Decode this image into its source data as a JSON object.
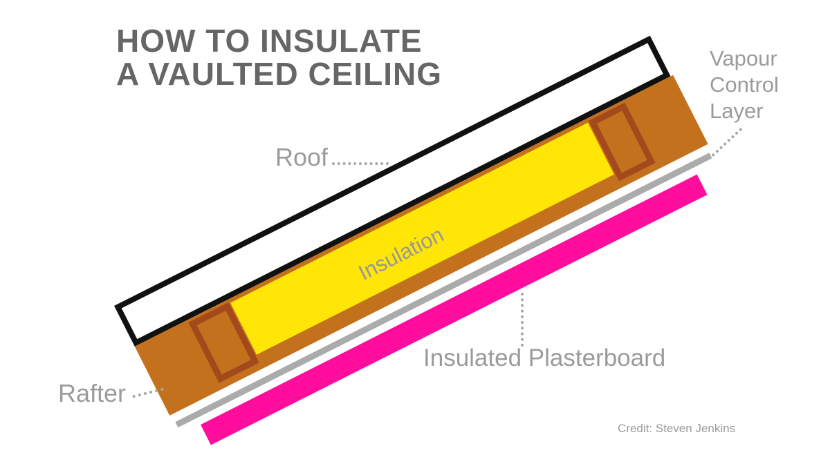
{
  "title": {
    "line1": "HOW TO INSULATE",
    "line2": "A VAULTED CEILING"
  },
  "labels": {
    "roof": "Roof",
    "insulation": "Insulation",
    "rafter": "Rafter",
    "vapour_lines": [
      "Vapour",
      "Control",
      "Layer"
    ],
    "insulated_plasterboard": "Insulated Plasterboard"
  },
  "credit": "Credit: Steven Jenkins",
  "colors": {
    "title_gray": "#666666",
    "label_gray": "#9b9b9b",
    "insulation_label_gray": "#979797",
    "leader_dot_gray": "#a5a5a5",
    "roof_outline_black": "#111111",
    "roof_fill_white": "#ffffff",
    "rafter_bay_brown": "#c4711d",
    "rafter_outline_brown": "#a3491b",
    "insulation_yellow": "#ffe606",
    "vapour_control_gray": "#ababab",
    "plasterboard_pink": "#ff0d9c",
    "background": "#ffffff"
  },
  "diagram": {
    "description": "Exploded cross-section of a vaulted ceiling, tilted at roof pitch",
    "layer_order_top_to_bottom": [
      "Roof",
      "Rafter bay with Insulation between two Rafters",
      "Vapour Control Layer",
      "Insulated Plasterboard"
    ]
  }
}
